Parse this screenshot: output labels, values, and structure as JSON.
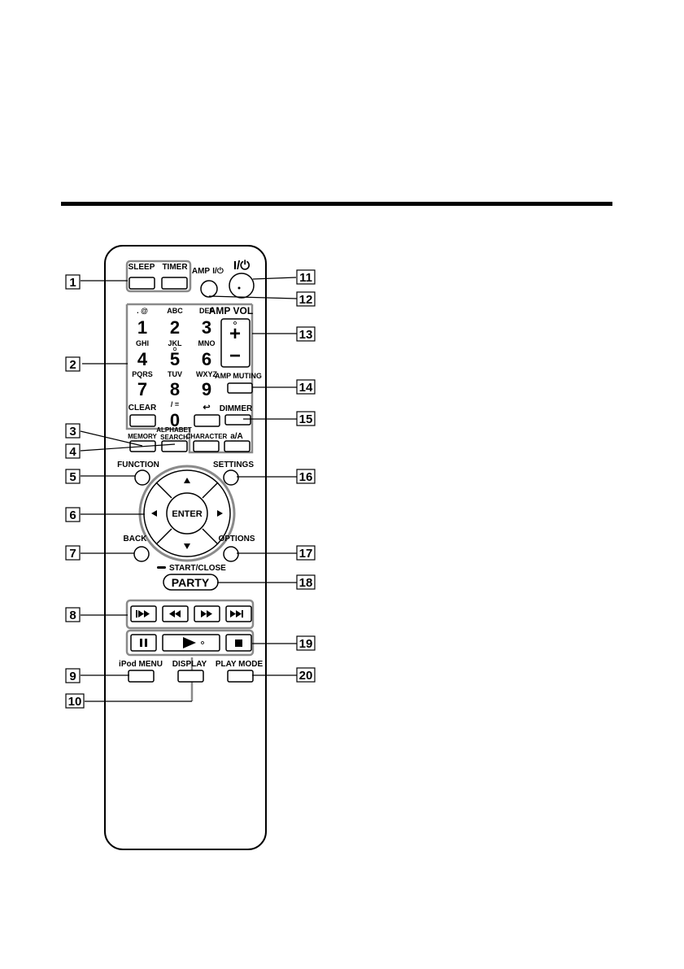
{
  "remote": {
    "sleep": "SLEEP",
    "timer": "TIMER",
    "amp_power": "AMP",
    "power_symbol": "I/⏻",
    "keypad": [
      {
        "letters": ".  @",
        "digit": "1"
      },
      {
        "letters": "ABC",
        "digit": "2"
      },
      {
        "letters": "DEF",
        "digit": "3"
      },
      {
        "letters": "GHI",
        "digit": "4"
      },
      {
        "letters": "JKL",
        "digit": "5"
      },
      {
        "letters": "MNO",
        "digit": "6"
      },
      {
        "letters": "PQRS",
        "digit": "7"
      },
      {
        "letters": "TUV",
        "digit": "8"
      },
      {
        "letters": "WXYZ",
        "digit": "9"
      }
    ],
    "clear": "CLEAR",
    "zero_letters": "/ =",
    "zero_digit": "0",
    "return_symbol": "↩",
    "amp_vol": "AMP VOL",
    "vol_plus": "+",
    "vol_minus": "−",
    "amp_muting": "AMP MUTING",
    "dimmer": "DIMMER",
    "memory": "MEMORY",
    "alphabet": "ALPHABET",
    "search": "SEARCH",
    "character": "CHARACTER",
    "case": "a/A",
    "function": "FUNCTION",
    "settings": "SETTINGS",
    "enter": "ENTER",
    "back": "BACK",
    "options": "OPTIONS",
    "start_close": "START/CLOSE",
    "party": "PARTY",
    "ipod_menu": "iPod MENU",
    "display": "DISPLAY",
    "play_mode": "PLAY MODE"
  },
  "callouts": [
    "1",
    "2",
    "3",
    "4",
    "5",
    "6",
    "7",
    "8",
    "9",
    "10",
    "11",
    "12",
    "13",
    "14",
    "15",
    "16",
    "17",
    "18",
    "19",
    "20"
  ]
}
